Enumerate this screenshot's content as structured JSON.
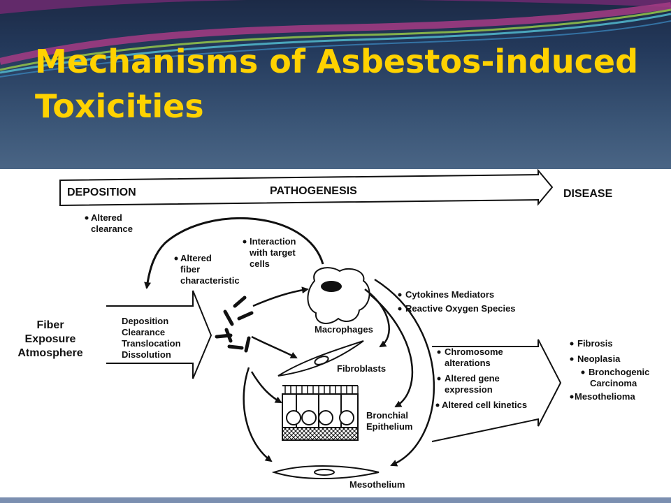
{
  "slide": {
    "title_line1": "Mechanisms of Asbestos-induced",
    "title_line2": "Toxicities"
  },
  "timeline": {
    "deposition": "DEPOSITION",
    "pathogenesis": "PATHOGENESIS",
    "disease": "DISEASE"
  },
  "exposure": {
    "line1": "Fiber",
    "line2": "Exposure",
    "line3": "Atmosphere"
  },
  "processes": [
    "Deposition",
    "Clearance",
    "Translocation",
    "Dissolution"
  ],
  "notes": {
    "altered_clearance": [
      "Altered",
      "clearance"
    ],
    "altered_fiber": [
      "Altered",
      "fiber",
      "characteristic"
    ],
    "interaction": [
      "Interaction",
      "with target",
      "cells"
    ],
    "mediators": [
      "Cytokines Mediators",
      "Reactive Oxygen Species"
    ],
    "cell_effects": [
      "Chromosome",
      "alterations",
      "Altered gene",
      "expression",
      "Altered cell kinetics"
    ]
  },
  "targets": {
    "macrophages": "Macrophages",
    "fibroblasts": "Fibroblasts",
    "bronchial": [
      "Bronchial",
      "Epithelium"
    ],
    "mesothelium": "Mesothelium"
  },
  "outcomes": {
    "fibrosis": "Fibrosis",
    "neoplasia": "Neoplasia",
    "bronchogenic": [
      "Bronchogenic",
      "Carcinoma"
    ],
    "mesothelioma": "Mesothelioma"
  },
  "colors": {
    "title": "#ffd200",
    "header_dark": "#1c2a46",
    "header_light": "#4a6585",
    "bottom_bar": "#7b8fb0"
  }
}
